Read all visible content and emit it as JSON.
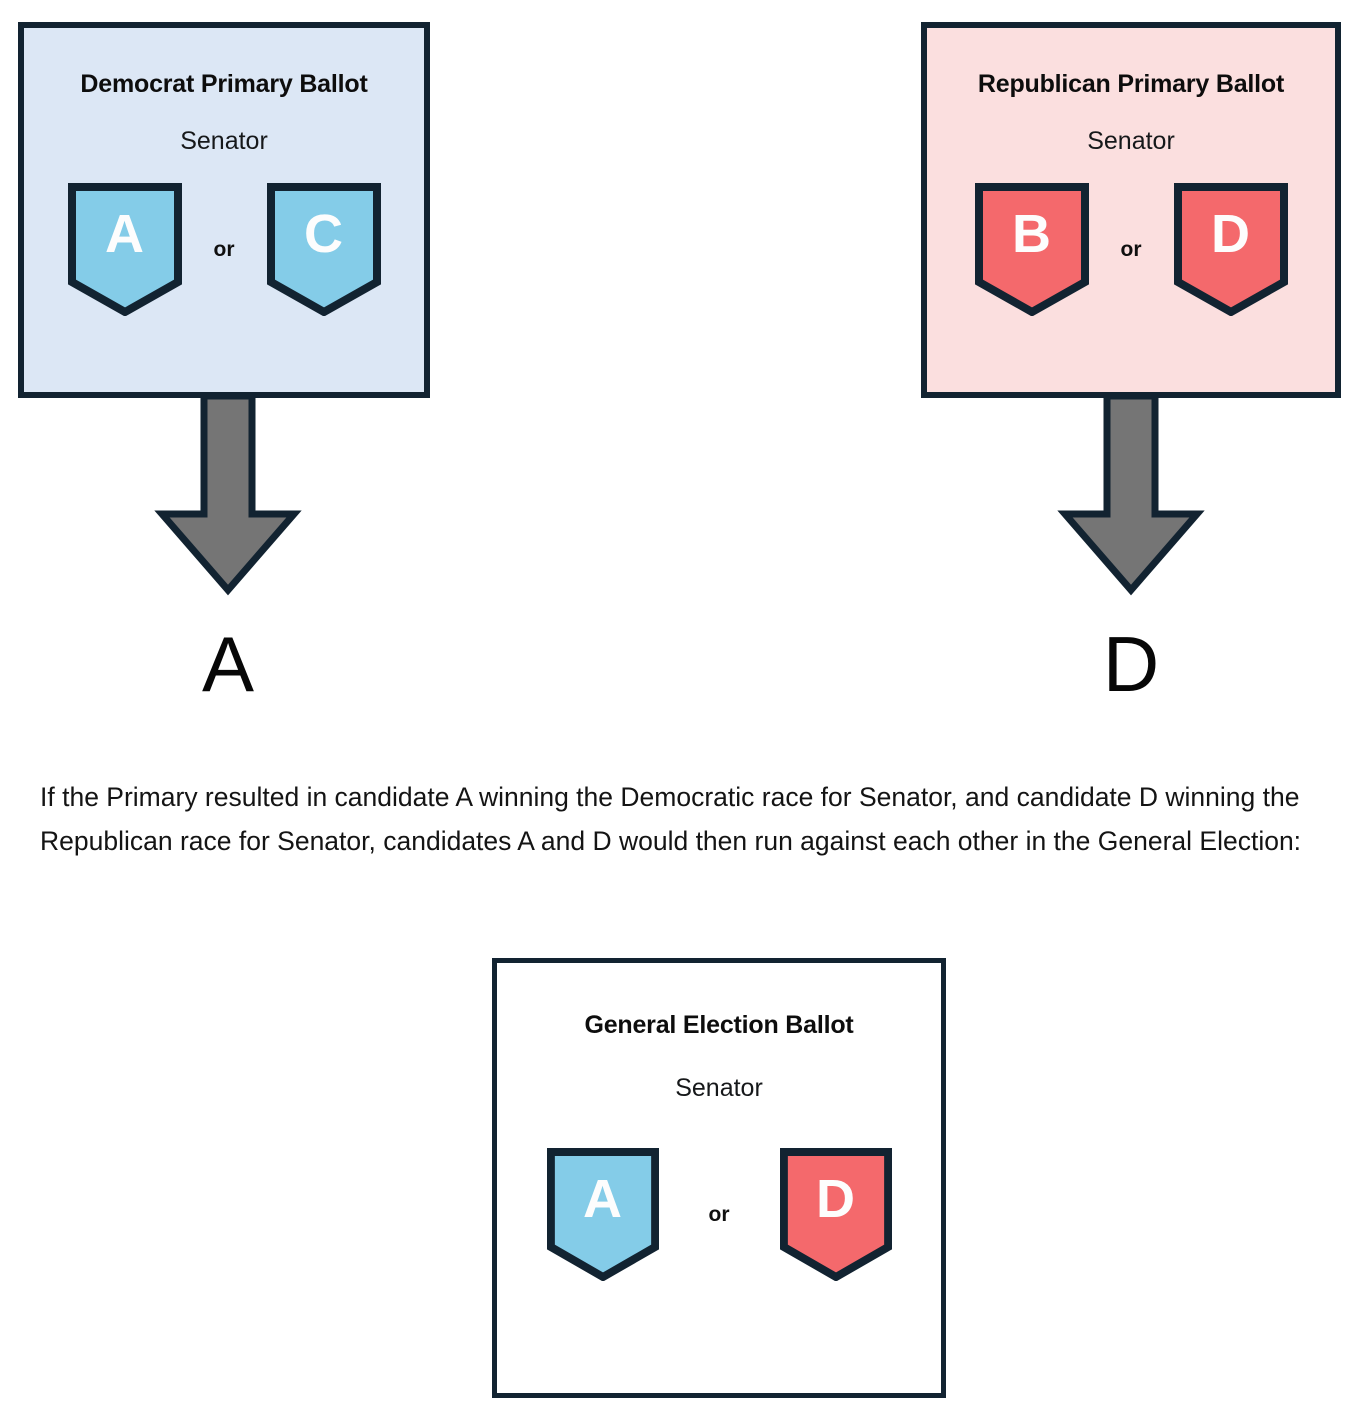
{
  "diagram": {
    "title_hidden": "Primary to General Election flow",
    "colors": {
      "outline": "#122331",
      "dem_box_bg": "#DCE7F5",
      "rep_box_bg": "#FBDFDF",
      "gen_box_bg": "#FFFFFF",
      "shield_blue": "#84CCE8",
      "shield_red": "#F4696C",
      "arrow_fill": "#757575",
      "text": "#111111"
    },
    "primary_ballots": [
      {
        "id": "democrat",
        "title": "Democrat Primary Ballot",
        "office": "Senator",
        "or_label": "or",
        "candidates": [
          {
            "letter": "A",
            "party_color": "blue"
          },
          {
            "letter": "C",
            "party_color": "blue"
          }
        ],
        "winner": "A"
      },
      {
        "id": "republican",
        "title": "Republican Primary Ballot",
        "office": "Senator",
        "or_label": "or",
        "candidates": [
          {
            "letter": "B",
            "party_color": "red"
          },
          {
            "letter": "D",
            "party_color": "red"
          }
        ],
        "winner": "D"
      }
    ],
    "caption": "If the Primary resulted in candidate A winning the Democratic race for Senator, and candidate D winning the Republican race for Senator, candidates A and D would then run against each other in the General Election:",
    "general_ballot": {
      "id": "general",
      "title": "General Election Ballot",
      "office": "Senator",
      "or_label": "or",
      "candidates": [
        {
          "letter": "A",
          "party_color": "blue"
        },
        {
          "letter": "D",
          "party_color": "red"
        }
      ]
    }
  }
}
